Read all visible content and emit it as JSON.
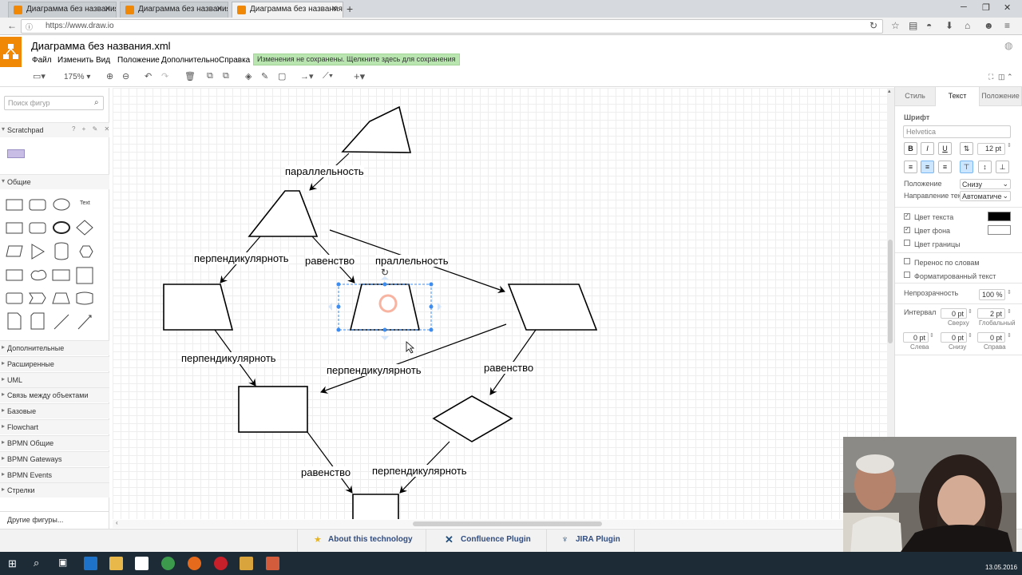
{
  "browser": {
    "tabs": [
      {
        "label": "Диаграмма без названия...",
        "active": false
      },
      {
        "label": "Диаграмма без названия...",
        "active": false
      },
      {
        "label": "Диаграмма без названия...",
        "active": true
      }
    ],
    "url": "https://www.draw.io",
    "minimize_icon": "minimize-icon",
    "close_icon": "close-icon"
  },
  "app": {
    "title": "Диаграмма без названия.xml",
    "menu": [
      "Файл",
      "Изменить",
      "Вид",
      "Положение",
      "Дополнительно",
      "Справка"
    ],
    "save_message": "Изменения не сохранены. Щелкните здесь для сохранения",
    "zoom": "175%",
    "accent": "#f08705"
  },
  "sidebar": {
    "search_placeholder": "Поиск фигур",
    "scratchpad": "Scratchpad",
    "general": "Общие",
    "text_shape": "Text",
    "sections": [
      "Дополнительные",
      "Расширенные",
      "UML",
      "Связь между объектами",
      "Базовые",
      "Flowchart",
      "BPMN Общие",
      "BPMN Gateways",
      "BPMN Events",
      "Стрелки"
    ],
    "more_shapes": "Другие фигуры..."
  },
  "diagram": {
    "labels": [
      "параллельность",
      "перпендикулярноть",
      "равенство",
      "праллельность",
      "перпендикулярноть",
      "перпендикулярноть",
      "равенство",
      "равенство",
      "перпендикулярноть"
    ]
  },
  "format_panel": {
    "tabs": [
      "Стиль",
      "Текст",
      "Положение"
    ],
    "font_heading": "Шрифт",
    "font_name": "Helvetica",
    "bold": "B",
    "italic": "I",
    "underline": "U",
    "font_size": "12 pt",
    "position_label": "Положение",
    "position_value": "Снизу",
    "direction_label": "Направление текста",
    "direction_value": "Автоматическ",
    "text_color_label": "Цвет текста",
    "bg_color_label": "Цвет фона",
    "border_color_label": "Цвет границы",
    "wrap_label": "Перенос по словам",
    "formatted_label": "Форматированный текст",
    "opacity_label": "Непрозрачность",
    "opacity_value": "100 %",
    "spacing_label": "Интервал",
    "spacing_top": "0 pt",
    "spacing_global": "2 pt",
    "spacing_top_label": "Сверху",
    "spacing_global_label": "Глобальный",
    "spacing_left": "0 pt",
    "spacing_bottom": "0 pt",
    "spacing_right": "0 pt",
    "spacing_left_label": "Слева",
    "spacing_bottom_label": "Снизу",
    "spacing_right_label": "Справа"
  },
  "footer": {
    "about": "About this technology",
    "confluence": "Confluence Plugin",
    "jira": "JIRA Plugin"
  },
  "taskbar": {
    "date": "13.05.2016"
  }
}
